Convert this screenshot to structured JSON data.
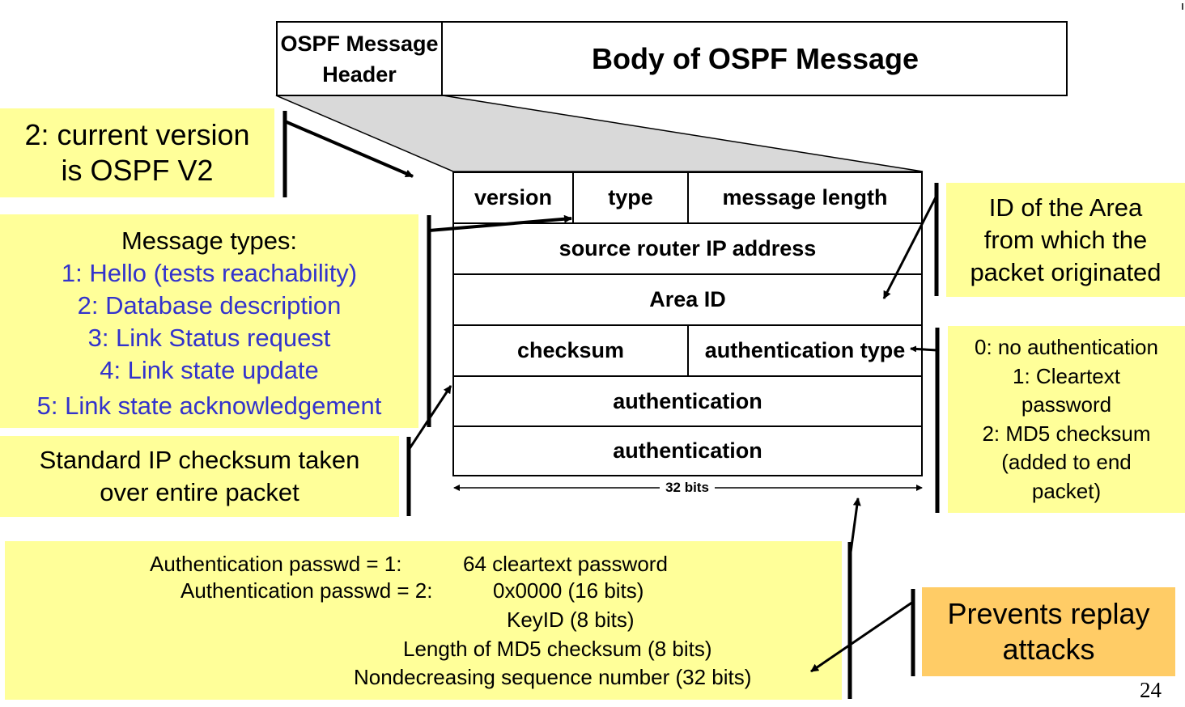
{
  "header_bar": {
    "header_label_line1": "OSPF Message",
    "header_label_line2": "Header",
    "body_label": "Body of OSPF Message"
  },
  "packet": {
    "row1": {
      "version": "version",
      "type": "type",
      "length": "message length"
    },
    "row2": "source router IP address",
    "row3": "Area ID",
    "row4": {
      "checksum": "checksum",
      "auth_type": "authentication type"
    },
    "row5": "authentication",
    "row6": "authentication",
    "width_label": "32 bits"
  },
  "notes": {
    "version_note": [
      "2: current version",
      "is OSPF V2"
    ],
    "types_title": "Message types:",
    "types_items": [
      "1: Hello (tests reachability)",
      "2: Database description",
      "3: Link Status request",
      "4: Link state update",
      "5: Link state acknowledgement"
    ],
    "checksum_note": [
      "Standard IP checksum taken",
      "over entire packet"
    ],
    "area_note": [
      "ID of the Area",
      "from which the",
      "packet originated"
    ],
    "auth_type_note": [
      "0: no authentication",
      "1: Cleartext",
      "password",
      "2: MD5 checksum",
      "(added to end",
      "packet)"
    ],
    "auth_detail": {
      "line1_label": "Authentication passwd = 1:",
      "line1_value": "64 cleartext password",
      "line2_label": "Authentication passwd = 2:",
      "line2_value": "0x0000 (16 bits)",
      "line3": "KeyID (8 bits)",
      "line4": "Length of MD5 checksum (8 bits)",
      "line5": "Nondecreasing sequence number (32 bits)"
    },
    "replay_note": [
      "Prevents replay",
      "attacks"
    ]
  },
  "page_number": "24",
  "colors": {
    "note_yellow": "#ffff99",
    "note_orange": "#ffcc66",
    "list_blue": "#3333cc",
    "header_shadow": "#d9d9d9"
  }
}
